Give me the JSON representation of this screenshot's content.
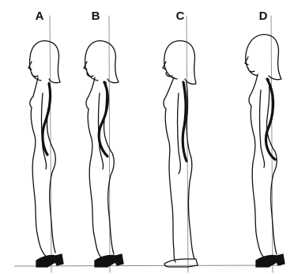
{
  "figure": {
    "panels": [
      {
        "label": "A",
        "shoe": "heel"
      },
      {
        "label": "B",
        "shoe": "heel"
      },
      {
        "label": "C",
        "shoe": "flat"
      },
      {
        "label": "D",
        "shoe": "heel"
      }
    ],
    "colors": {
      "ink": "#111111",
      "guide": "#8a8a8a",
      "background": "#ffffff"
    }
  }
}
